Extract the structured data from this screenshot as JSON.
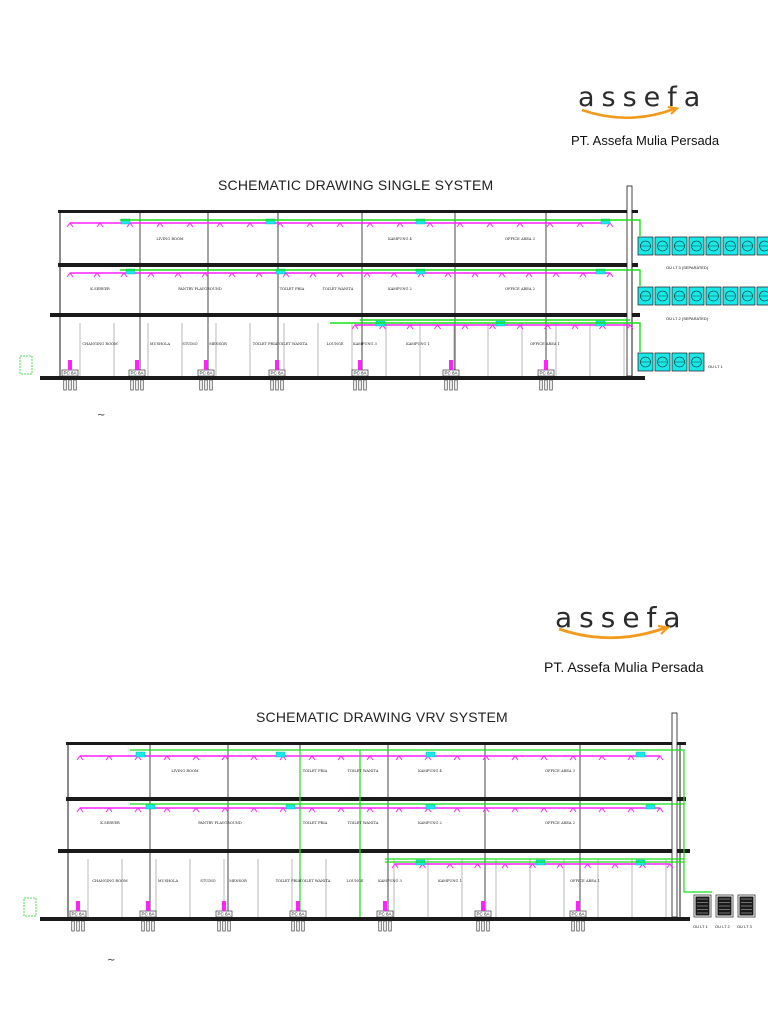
{
  "brand": {
    "logo_text": "assefa",
    "company_name": "PT. Assefa Mulia Persada",
    "logo_swoosh_color": "#f39a1c",
    "logo_text_color": "#2b2b2b"
  },
  "colors": {
    "duct": "#ff22ff",
    "indoor_unit": "#19e8e8",
    "refrigerant_pipe": "#19e019",
    "structure": "#1a1a1a",
    "outdoor_unit_fill": "#19e8e8"
  },
  "sheets": [
    {
      "title": "SCHEMATIC DRAWING SINGLE SYSTEM",
      "floors": [
        {
          "rooms": [
            "LIVING ROOM",
            "KAMPUNG 4",
            "OFFICE AREA 3"
          ]
        },
        {
          "rooms": [
            "K.SERVER",
            "PANTRY PLAYGROUND",
            "TOILET PRIA",
            "TOILET WANITA",
            "KAMPUNG 2",
            "OFFICE AREA 2"
          ]
        },
        {
          "rooms": [
            "CHANGING ROOM",
            "MUSHOLA",
            "STUDIO",
            "MENSOR",
            "TOILET PRIA",
            "TOILET WANITA",
            "LOUNGE",
            "KAMPUNG 3",
            "KAMPUNG 1",
            "OFFICE AREA 1"
          ]
        }
      ],
      "pc_labels": [
        "PC 8A",
        "PC 8A",
        "PC 8A",
        "PC 8A",
        "PC 8A",
        "PC 8A",
        "PC 8A"
      ],
      "unit_labels": [
        "OU LT 3 (SEPARATED)",
        "OU LT 2 (SEPARATED)",
        "OU LT 1"
      ]
    },
    {
      "title": "SCHEMATIC DRAWING VRV SYSTEM",
      "floors": [
        {
          "rooms": [
            "LIVING ROOM",
            "TOILET PRIA",
            "TOILET WANITA",
            "KAMPUNG 4",
            "OFFICE AREA 3"
          ]
        },
        {
          "rooms": [
            "K.SERVER",
            "PANTRY PLAYGROUND",
            "TOILET PRIA",
            "TOILET WANITA",
            "KAMPUNG 2",
            "OFFICE AREA 2"
          ]
        },
        {
          "rooms": [
            "CHANGING ROOM",
            "MUSHOLA",
            "STUDIO",
            "MENSOR",
            "TOILET PRIA",
            "TOILET WANITA",
            "LOUNGE",
            "KAMPUNG 3",
            "KAMPUNG 1",
            "OFFICE AREA 1"
          ]
        }
      ],
      "pc_labels": [
        "PC 8A",
        "PC 8A",
        "PC 8A",
        "PC 8A",
        "PC 8A",
        "PC 8A",
        "PC 8A"
      ],
      "unit_labels": [
        "OU LT 1",
        "OU LT 2",
        "OU LT 3"
      ]
    }
  ]
}
